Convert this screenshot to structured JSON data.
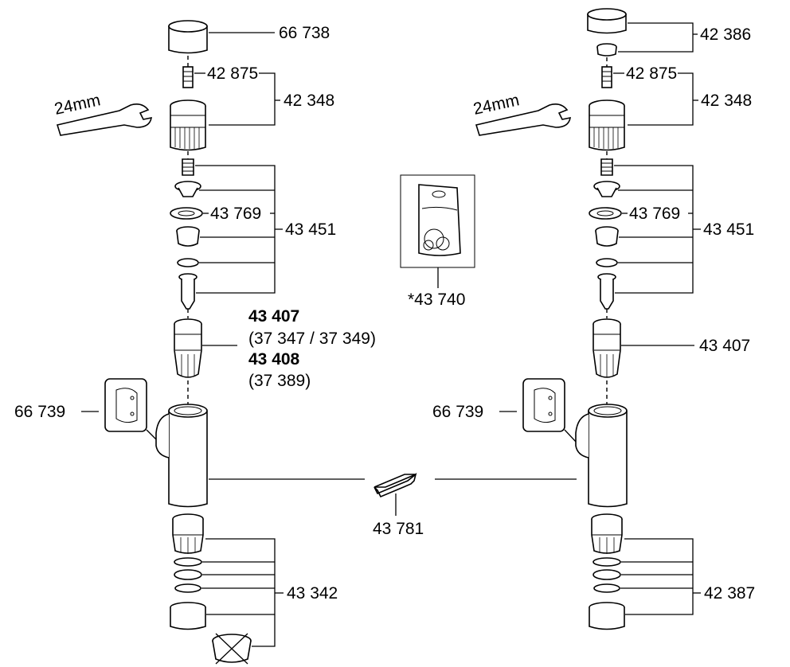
{
  "labels": {
    "cap_left": "66 738",
    "cap_right": "42 386",
    "spindle_left": "42 875",
    "spindle_right": "42 875",
    "headpart_left": "42 348",
    "headpart_right": "42 348",
    "wrench_left": "24mm",
    "wrench_right": "24mm",
    "oring_left": "43 769",
    "oring_right": "43 769",
    "kit_left": "43 451",
    "kit_right": "43 451",
    "cartridge_a_code": "43 407",
    "cartridge_a_models": "(37 347 / 37 349)",
    "cartridge_b_code": "43 408",
    "cartridge_b_models": "(37 389)",
    "cartridge_right": "43 407",
    "grease_bag": "*43 740",
    "rosette_left": "66 739",
    "rosette_right": "66 739",
    "bracket": "43 781",
    "aerator_left": "43 342",
    "aerator_right": "42 387"
  }
}
